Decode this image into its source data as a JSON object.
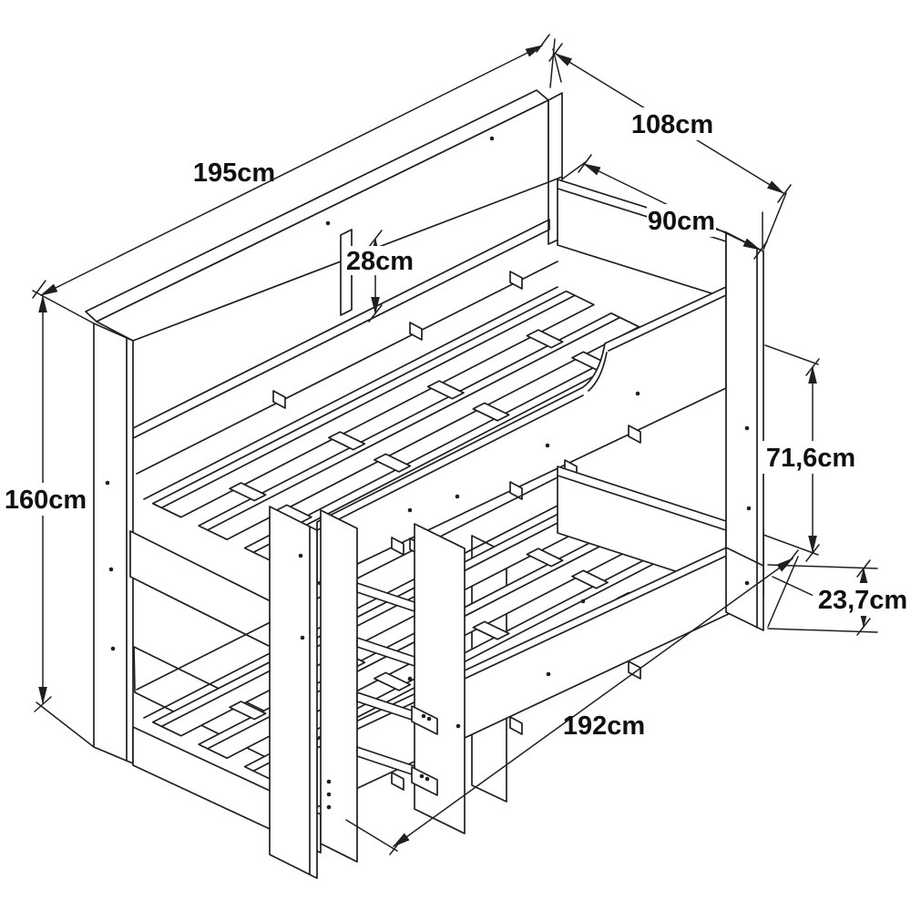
{
  "figure": {
    "type": "isometric technical line drawing",
    "subject": "Bunk bed with shelf headboard and front ladder",
    "unit": "cm",
    "background_color": "#ffffff",
    "line_color": "#1f1f1f"
  },
  "dimensions": {
    "length_top": "195cm",
    "overall_width": "108cm",
    "mattress_width": "90cm",
    "shelf_opening_height": "28cm",
    "overall_height": "160cm",
    "bunk_clearance_height": "71,6cm",
    "base_height": "23,7cm",
    "floor_length": "192cm"
  }
}
